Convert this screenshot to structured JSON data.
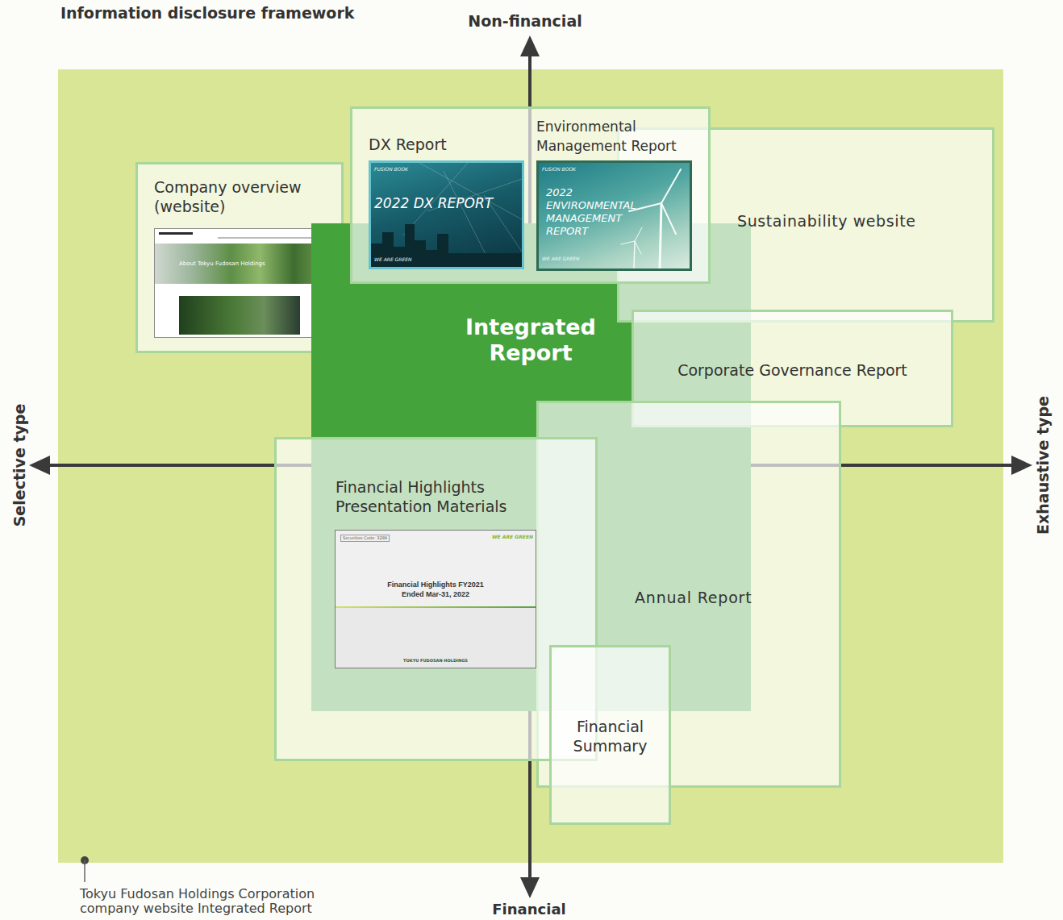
{
  "diagram": {
    "title": "Information disclosure framework",
    "nodes": [
      {
        "text": [
          "Tokyu Fudosan Holdings Corporation company website Integrated Report"
        ]
      },
      {
        "text": [
          "Company overview (website)",
          "About Tokyu Fudosan Holdings"
        ],
        "in": 0
      },
      {
        "text": [
          "DX Report",
          "FUSION BOOK",
          "2022 DX REPORT",
          "WE ARE GREEN"
        ],
        "in": 0
      },
      {
        "text": [
          "Environmental Management Report",
          "FUSION BOOK",
          "2022 ENVIRONMENTAL MANAGEMENT REPORT",
          "WE ARE GREEN"
        ],
        "in": 0
      },
      {
        "text": [
          "Sustainability website"
        ],
        "in": 0
      },
      {
        "text": [
          "Integrated Report"
        ],
        "in": 0
      },
      {
        "text": [
          "Corporate Governance Report"
        ],
        "in": 0
      },
      {
        "text": [
          "Financial Highlights Presentation Materials",
          "Securities Code: 3289",
          "WE ARE GREEN",
          "Financial Highlights FY2021 Ended Mar-31, 2022",
          "TOKYU FUDOSAN HOLDINGS"
        ],
        "in": 0
      },
      {
        "text": [
          "Annual Report"
        ],
        "in": 0
      },
      {
        "text": [
          "Financial Summary"
        ],
        "in": 0
      }
    ],
    "labels": [
      "Non-financial",
      "Selective type",
      "Exhaustive type",
      "Financial"
    ]
  }
}
